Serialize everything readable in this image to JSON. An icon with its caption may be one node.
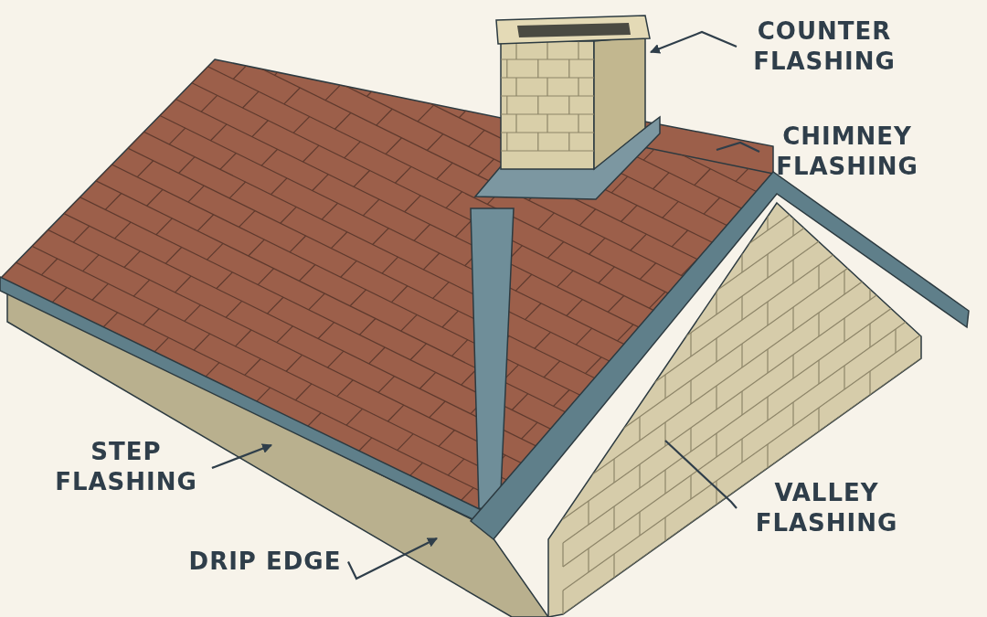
{
  "diagram": {
    "nodes": [
      {
        "text": [
          "COUNTER FLASHING"
        ]
      },
      {
        "text": [
          "CHIMNEY FLASHING"
        ]
      },
      {
        "text": [
          "STEP FLASHING"
        ]
      },
      {
        "text": [
          "VALLEY FLASHING"
        ]
      },
      {
        "text": [
          "DRIP EDGE"
        ]
      }
    ],
    "edges": [
      {
        "from": 0,
        "to": null,
        "arrow": "to"
      },
      {
        "from": 1,
        "to": null,
        "arrow": "none"
      },
      {
        "from": 2,
        "to": null,
        "arrow": "to"
      },
      {
        "from": 3,
        "to": null,
        "arrow": "none"
      },
      {
        "from": 4,
        "to": null,
        "arrow": "to"
      }
    ]
  }
}
